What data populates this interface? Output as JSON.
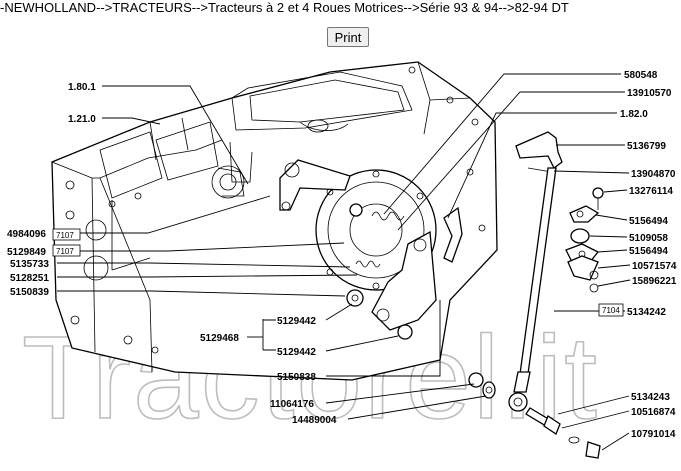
{
  "breadcrumb": {
    "text": "-NEWHOLLAND-->TRACTEURS-->Tracteurs à 2 et 4 Roues Motrices-->Série 93 & 94-->82-94 DT"
  },
  "toolbar": {
    "print_label": "Print"
  },
  "watermark": {
    "text": "Tractorel.it"
  },
  "diagram": {
    "labels": [
      "1.80.1",
      "1.21.0",
      "4984096",
      "5129849",
      "5135733",
      "5128251",
      "5150839",
      "5129442",
      "5129468",
      "5129442",
      "5150838",
      "11064176",
      "14489004",
      "580548",
      "13910570",
      "1.82.0",
      "5136799",
      "13904870",
      "13276114",
      "5156494",
      "5109058",
      "5156494",
      "10571574",
      "15896221",
      "5134242",
      "5134243",
      "10516874",
      "10791014"
    ],
    "boxes": [
      "7107",
      "7107",
      "7104"
    ]
  },
  "colors": {
    "line": "#000000",
    "watermark": "#bdbdbd",
    "button_bg": "#efefef"
  }
}
